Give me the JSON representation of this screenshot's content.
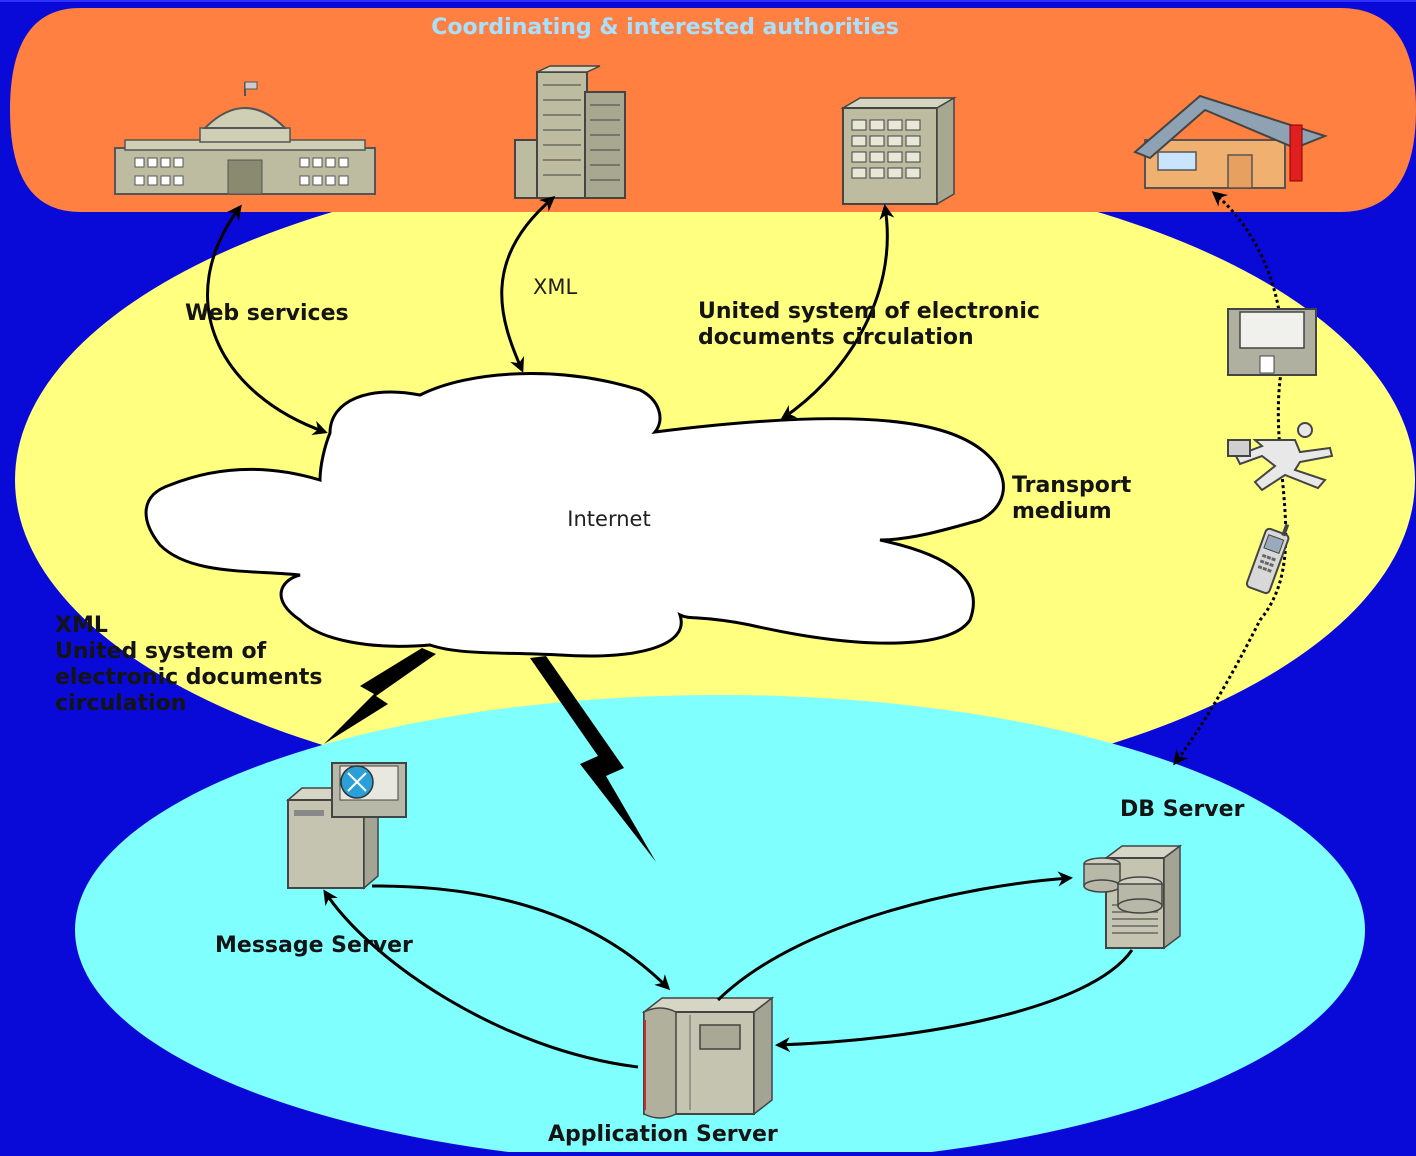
{
  "zones": {
    "authorities_title": "Coordinating & interested authorities"
  },
  "labels": {
    "web_services": "Web services",
    "xml_top": "XML",
    "united_system_line1": "United system of electronic",
    "united_system_line2": "documents circulation",
    "internet": "Internet",
    "transport_line1": "Transport",
    "transport_line2": "medium",
    "left_line1": "XML",
    "left_line2": "United system of",
    "left_line3": "electronic documents",
    "left_line4": "circulation",
    "db_server": "DB Server",
    "message_server": "Message Server",
    "application_server": "Application Server"
  },
  "colors": {
    "background": "#0a0ad8",
    "authorities_zone": "#ff8040",
    "transport_zone": "#ffff80",
    "server_zone": "#80ffff",
    "title_text": "#a8e0ff"
  },
  "icons": [
    "government-building-icon",
    "skyscraper-icon",
    "office-building-icon",
    "house-icon",
    "floppy-disk-icon",
    "running-man-icon",
    "mobile-phone-icon",
    "message-server-icon",
    "db-server-icon",
    "application-server-icon",
    "lightning-icon"
  ]
}
